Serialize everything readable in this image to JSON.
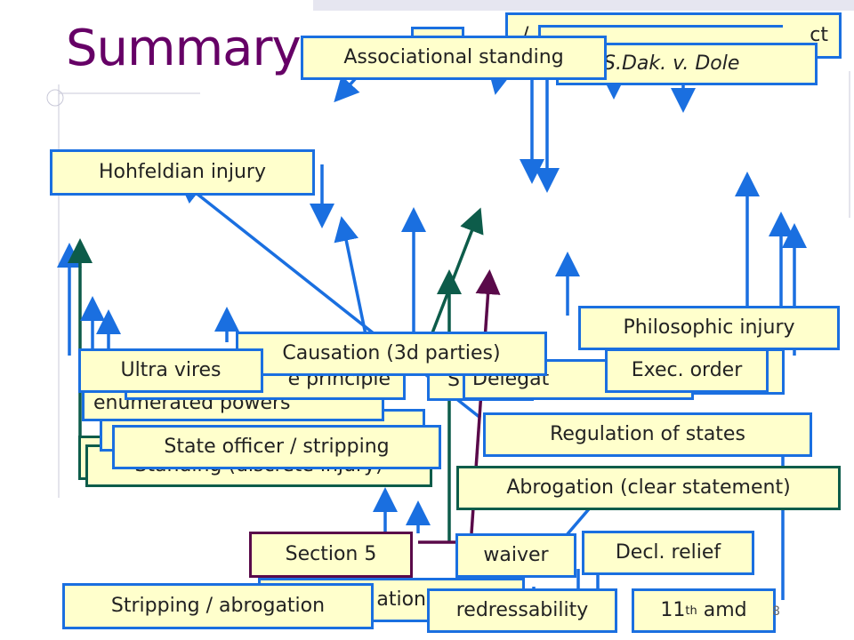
{
  "slide": {
    "title": "Summary",
    "page_number": "8"
  },
  "colors": {
    "blue": "#1a6fe0",
    "green": "#0d5c4a",
    "purple": "#5a0a4a",
    "box_fill": "#ffffcc",
    "title": "#660066"
  },
  "boxes": {
    "top_truncated_a": "/",
    "top_truncated_b": "ct",
    "associational_standing": "Associational standing",
    "sdak_v_dole": "S.Dak. v. Dole",
    "hohfeldian_injury": "Hohfeldian injury",
    "philosophic_injury": "Philosophic injury",
    "causation": "Causation (3d parties)",
    "ultra_vires": "Ultra vires",
    "principle_fragment": "e principle",
    "enumerated_powers": "enumerated powers",
    "s_fragment": "S",
    "delegation_fragment": "Delegat",
    "exec_order": "Exec. order",
    "regulation_of_states": "Regulation of states",
    "state_officer_stripping": "State officer / stripping",
    "standing_discrete": "Standing (discrete injury)",
    "abrogation_clear": "Abrogation (clear statement)",
    "section5": "Section 5",
    "waiver": "waiver",
    "decl_relief": "Decl. relief",
    "stripping_abrogation": "Stripping / abrogation",
    "ation_fragment": "ation",
    "redressability": "redressability",
    "eleventh_amd_num": "11",
    "eleventh_amd_sup": "th",
    "eleventh_amd_word": " amd"
  }
}
